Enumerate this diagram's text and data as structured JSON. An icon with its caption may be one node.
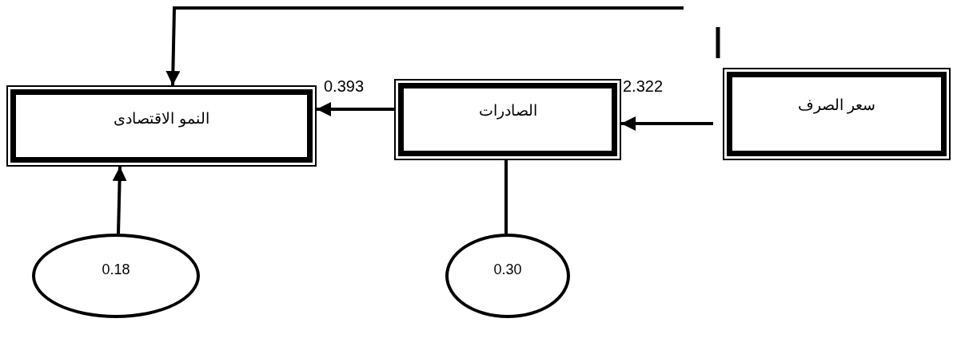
{
  "diagram": {
    "nodes": [
      {
        "text": [
          "النمو الاقتصادى"
        ]
      },
      {
        "text": [
          "الصادرات"
        ]
      },
      {
        "text": [
          "سعر الصرف"
        ]
      },
      {
        "text": [
          "0.18"
        ]
      },
      {
        "text": [
          "0.30"
        ]
      }
    ],
    "edges": [
      {
        "from": 1,
        "to": 0,
        "arrow": "to",
        "label": "0.393"
      },
      {
        "from": 2,
        "to": 1,
        "arrow": "to",
        "label": "2.322"
      },
      {
        "from": 3,
        "to": 0,
        "arrow": "to"
      },
      {
        "from": 1,
        "to": 4,
        "arrow": "none"
      },
      {
        "from": null,
        "to": 0,
        "arrow": "to"
      }
    ]
  }
}
